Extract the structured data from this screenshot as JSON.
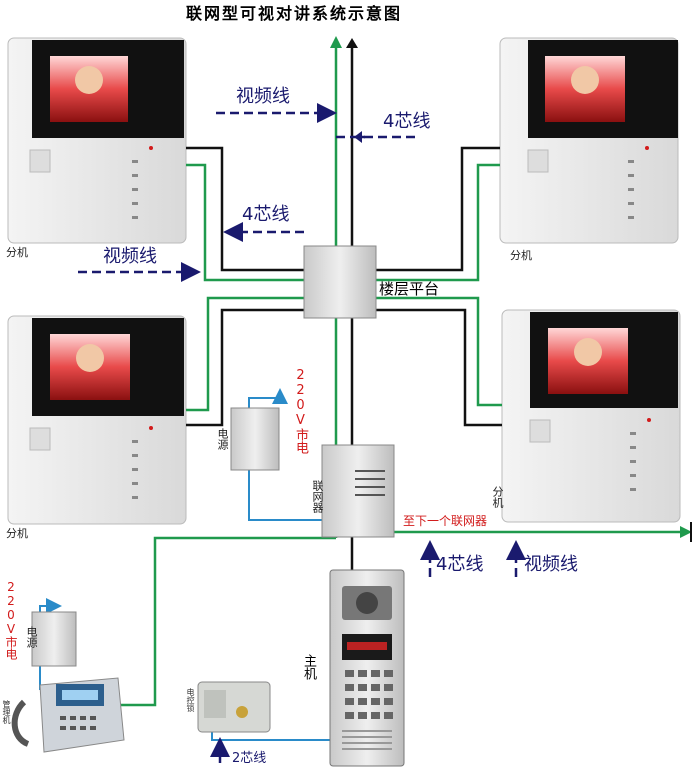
{
  "title": "联网型可视对讲系统示意图",
  "labels": {
    "video_line_1": "视频线",
    "video_line_2": "视频线",
    "video_line_3": "视频线",
    "four_core_1": "4芯线",
    "four_core_2": "4芯线",
    "four_core_3": "4芯线",
    "two_core": "2芯线",
    "floor_platform": "楼层平台",
    "to_next_networker": "至下一个联网器",
    "networker": "联网器",
    "power_1": "电源",
    "power_2": "电源",
    "mains_1": "220V市电",
    "mains_2": "220V市电",
    "main_unit": "主机",
    "extension_tl": "分机",
    "extension_tr": "分机",
    "extension_ml": "分机",
    "extension_mr": "分机",
    "electric_lock": "电控锁",
    "management_unit": "管理机"
  },
  "colors": {
    "black_line": "#111111",
    "green_line": "#1f9a4d",
    "blue_line": "#2a8bc9",
    "arrow_dark": "#1a1a6e",
    "label_red": "#d21b1b"
  }
}
